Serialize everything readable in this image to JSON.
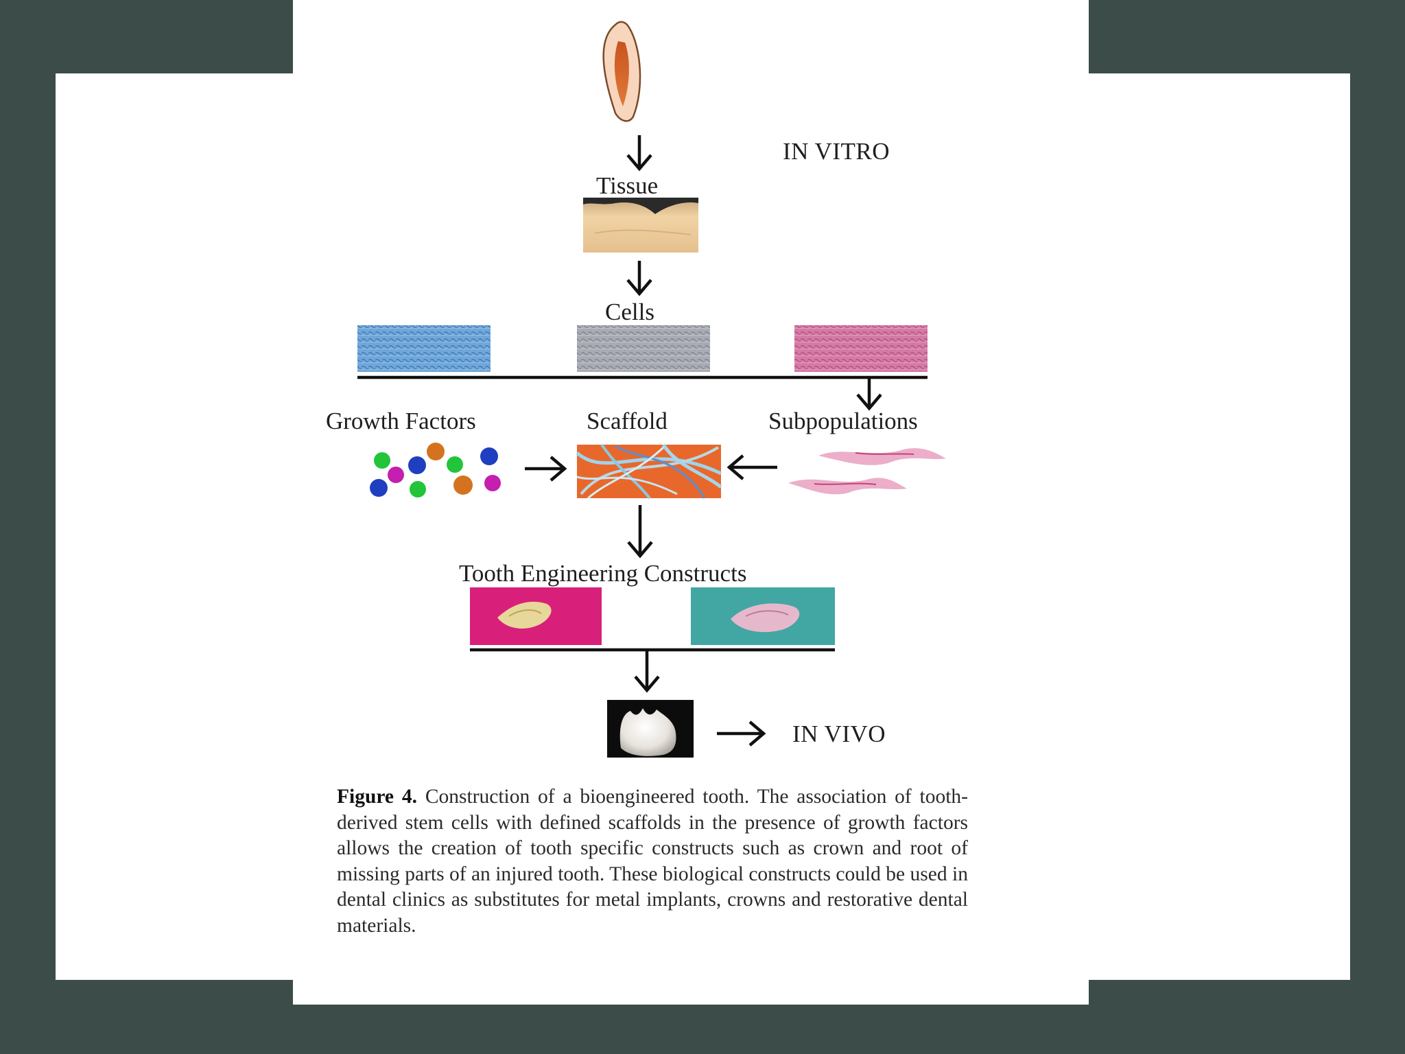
{
  "figure": {
    "in_vitro_label": "IN VITRO",
    "in_vivo_label": "IN VIVO",
    "steps": {
      "tissue": "Tissue",
      "cells": "Cells",
      "growth_factors": "Growth Factors",
      "scaffold": "Scaffold",
      "subpopulations": "Subpopulations",
      "constructs": "Tooth Engineering Constructs"
    },
    "caption": {
      "label": "Figure 4.",
      "text": "Construction of a bioengineered tooth. The association of tooth-derived stem cells with defined scaffolds in the presence of growth factors allows the creation of tooth specific constructs such as crown and root of missing parts of an injured tooth. These biological constructs could be used in dental clinics as substitutes for metal implants, crowns and restorative dental materials."
    }
  },
  "colors": {
    "background": "#3c4c48",
    "slide": "#ffffff",
    "arrow": "#111111",
    "growth_factor_dots": [
      "#22c43a",
      "#1f3fc0",
      "#c41fae",
      "#d4731f"
    ]
  }
}
